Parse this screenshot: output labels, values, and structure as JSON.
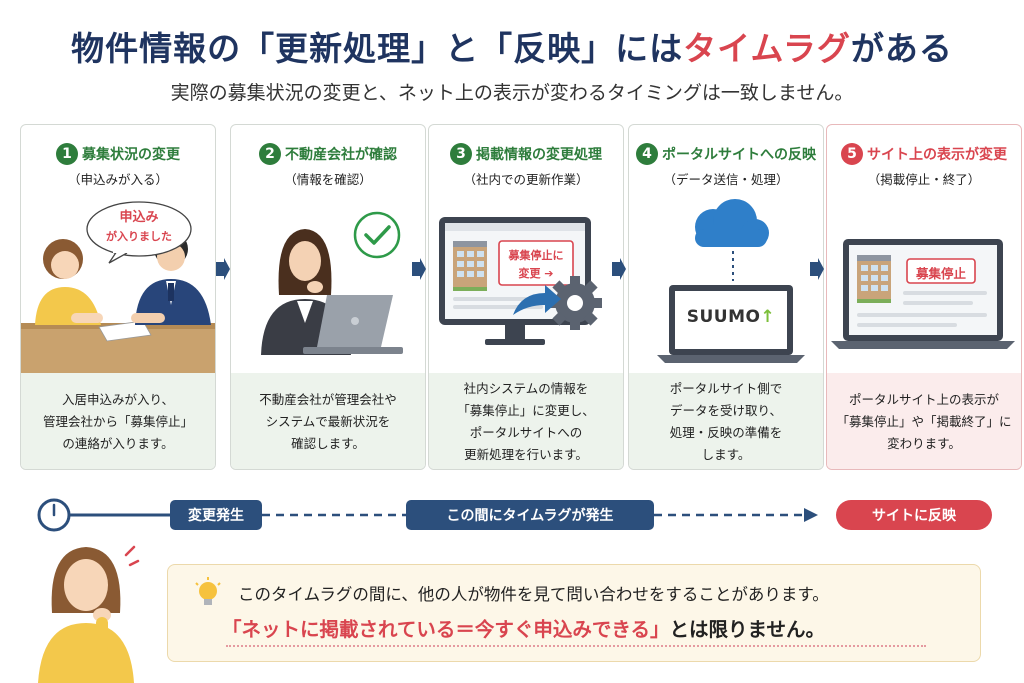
{
  "title": {
    "main": "物件情報の「更新処理」と「反映」には",
    "highlight": "タイムラグ",
    "tail": "がある"
  },
  "subtitle": "実際の募集状況の変更と、ネット上の表示が変わるタイミングは一致しません。",
  "steps": [
    {
      "num": "1",
      "title": "募集状況の変更",
      "sub": "（申込みが入る）",
      "bubble1": "申込み",
      "bubble2": "が入りました",
      "desc": "入居申込みが入り、\n管理会社から「募集停止」\nの連絡が入ります。"
    },
    {
      "num": "2",
      "title": "不動産会社が確認",
      "sub": "（情報を確認）",
      "desc": "不動産会社が管理会社や\nシステムで最新状況を\n確認します。"
    },
    {
      "num": "3",
      "title": "掲載情報の変更処理",
      "sub": "（社内での更新作業）",
      "screen1": "募集停止に",
      "screen2": "変更",
      "desc": "社内システムの情報を\n「募集停止」に変更し、\nポータルサイトへの\n更新処理を行います。"
    },
    {
      "num": "4",
      "title": "ポータルサイトへの反映",
      "sub": "（データ送信・処理）",
      "logo": "SUUMO",
      "desc": "ポータルサイト側で\nデータを受け取り、\n処理・反映の準備を\nします。"
    },
    {
      "num": "5",
      "title": "サイト上の表示が変更",
      "sub": "（掲載停止・終了）",
      "badge": "募集停止",
      "desc": "ポータルサイト上の表示が\n「募集停止」や「掲載終了」に\n変わります。"
    }
  ],
  "timeline": {
    "start": "変更発生",
    "middle": "この間にタイムラグが発生",
    "end": "サイトに反映"
  },
  "note": {
    "line1": "このタイムラグの間に、他の人が物件を見て問い合わせをすることがあります。",
    "line2_highlight": "「ネットに掲載されている＝今すぐ申込みできる」",
    "line2_tail": "とは限りません。"
  },
  "colors": {
    "navy": "#1f3460",
    "green": "#2e7d3c",
    "red": "#d9454f",
    "timeline_blue": "#2c4f7c",
    "desc_green": "#edf3ec",
    "desc_red": "#fbecec",
    "note_bg": "#fdf7e8"
  },
  "icons": [
    "clock-icon",
    "checkmark-icon",
    "gear-icon",
    "cloud-icon",
    "lightbulb-icon",
    "arrow-right-icon"
  ]
}
